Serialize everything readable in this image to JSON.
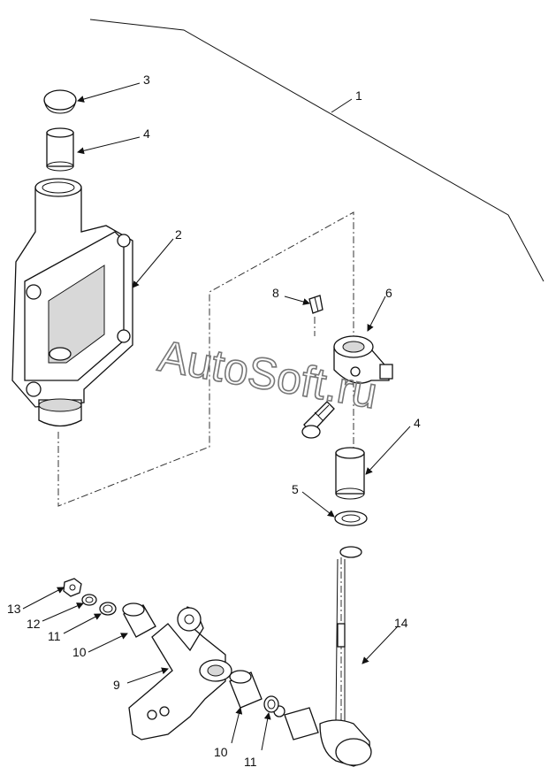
{
  "diagram": {
    "callouts": {
      "c1": "1",
      "c2": "2",
      "c3": "3",
      "c4_top": "4",
      "c4_right": "4",
      "c5": "5",
      "c6": "6",
      "c8": "8",
      "c9": "9",
      "c10_left": "10",
      "c10_bottom": "10",
      "c11_left": "11",
      "c11_bottom": "11",
      "c12": "12",
      "c13": "13",
      "c14": "14"
    },
    "watermark": "AutoSoft.ru"
  }
}
